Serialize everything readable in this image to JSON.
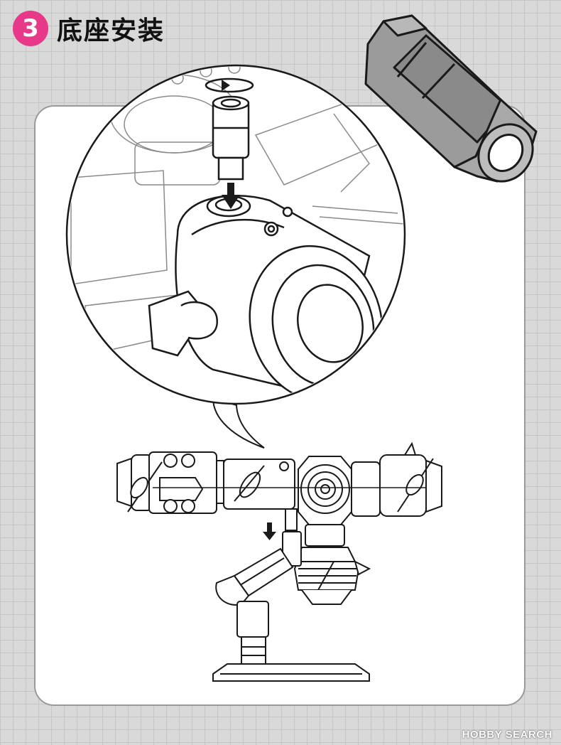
{
  "step": {
    "number": "3",
    "title": "底座安装",
    "badge_color": "#e8388a"
  },
  "icons": {
    "rotate_arrow": "rotate-arrow-icon",
    "down_arrow": "down-arrow-icon"
  },
  "watermark": {
    "text": "HOBBY SEARCH"
  }
}
